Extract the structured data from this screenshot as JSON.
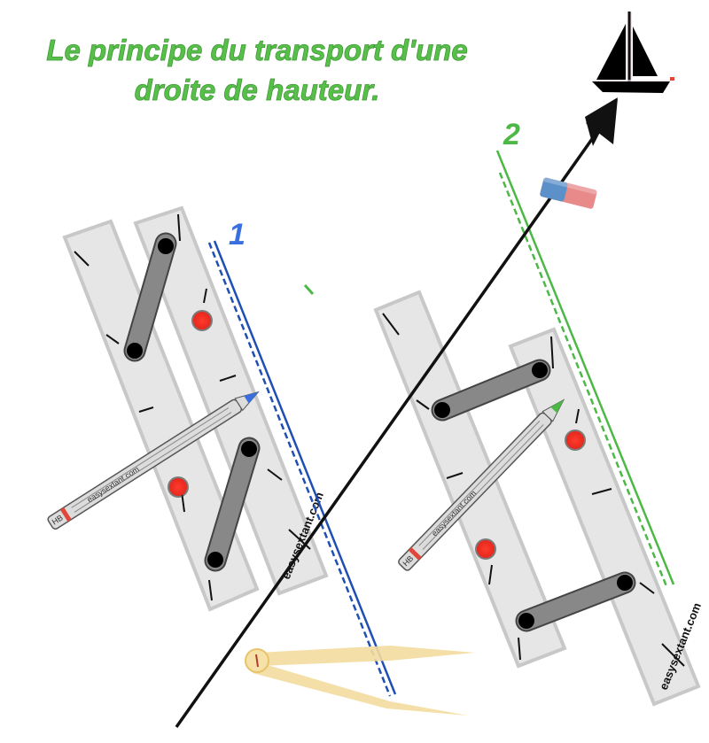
{
  "title": {
    "line1": "Le principe du transport d'une",
    "line2": "droite de hauteur."
  },
  "steps": [
    {
      "label": "1",
      "color": "#3a6fe0"
    },
    {
      "label": "2",
      "color": "#4cb845"
    }
  ],
  "rulers": {
    "brand_text": "easysextant.com",
    "fill": "#e6e6e6",
    "border": "#c8c8c8"
  },
  "pencils": [
    {
      "grade": "HB",
      "brand": "easysextant.com",
      "tip_color": "#3a6fe0"
    },
    {
      "grade": "HB",
      "brand": "easysextant.com",
      "tip_color": "#4cb845"
    }
  ],
  "lines": {
    "bearing_line_color": "#111111",
    "line1_color": "#1f4fb4",
    "line2_color": "#4cb845"
  },
  "icons": {
    "boat": "sailboat-icon",
    "eraser": "eraser-icon",
    "compass": "dividers-icon",
    "pivot": "red-pivot-icon"
  }
}
